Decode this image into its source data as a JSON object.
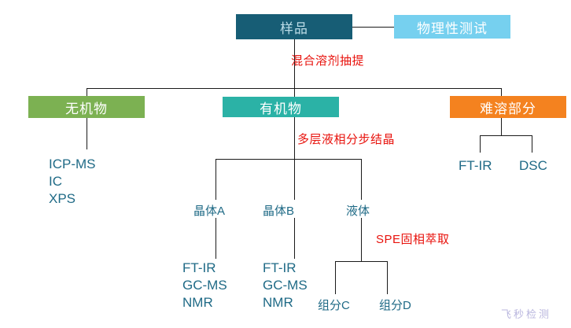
{
  "diagram": {
    "title_node": "样品",
    "colors": {
      "sample_box": "#175d75",
      "physical_box": "#76d0ef",
      "inorganic_box": "#7cb152",
      "organic_box": "#2bb2a6",
      "insoluble_box": "#f4821f",
      "annotation_red": "#e8120c",
      "node_text": "#1f6a86",
      "connector": "#1a1a1a",
      "watermark": "#b9b6de"
    },
    "boxes": {
      "sample": "样品",
      "physical_test": "物理性测试",
      "inorganic": "无机物",
      "organic": "有机物",
      "insoluble": "难溶部分"
    },
    "process_labels": {
      "extraction": "混合溶剂抽提",
      "crystallization": "多层液相分步结晶",
      "spe": "SPE固相萃取"
    },
    "nodes": {
      "crystal_a": "晶体A",
      "crystal_b": "晶体B",
      "liquid": "液体",
      "fraction_c": "组分C",
      "fraction_d": "组分D"
    },
    "analyses": {
      "inorganic": [
        "ICP-MS",
        "IC",
        "XPS"
      ],
      "insoluble_left": "FT-IR",
      "insoluble_right": "DSC",
      "crystal_a": [
        "FT-IR",
        "GC-MS",
        "NMR"
      ],
      "crystal_b": [
        "FT-IR",
        "GC-MS",
        "NMR"
      ]
    },
    "watermark": "飞秒检测"
  }
}
